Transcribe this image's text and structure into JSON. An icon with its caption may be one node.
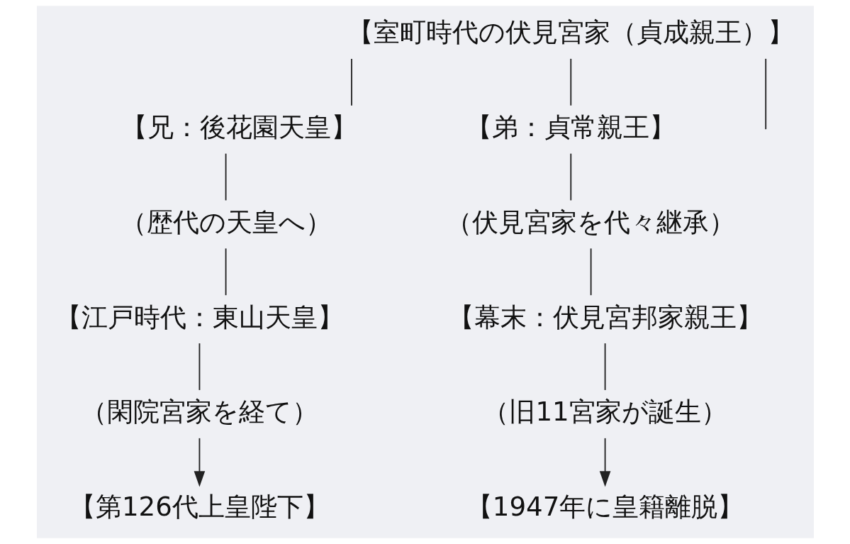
{
  "diagram": {
    "nodes": [
      {
        "text": [
          "【室町時代の伏見宮家（貞成親王）】"
        ]
      },
      {
        "text": [
          "【兄：後花園天皇】"
        ]
      },
      {
        "text": [
          "（歴代の天皇へ）"
        ]
      },
      {
        "text": [
          "【江戸時代：東山天皇】"
        ]
      },
      {
        "text": [
          "（閑院宮家を経て）"
        ]
      },
      {
        "text": [
          "【第126代上皇陛下】"
        ]
      },
      {
        "text": [
          "【弟：貞常親王】"
        ]
      },
      {
        "text": [
          "（伏見宮家を代々継承）"
        ]
      },
      {
        "text": [
          "【幕末：伏見宮邦家親王】"
        ]
      },
      {
        "text": [
          "（旧11宮家が誕生）"
        ]
      },
      {
        "text": [
          "【1947年に皇籍離脱】"
        ]
      }
    ],
    "edges": [
      {
        "from": 0,
        "to": 1,
        "arrow": "none"
      },
      {
        "from": 0,
        "to": 6,
        "arrow": "none"
      },
      {
        "from": 0,
        "to": null,
        "arrow": "none"
      },
      {
        "from": 1,
        "to": 2,
        "arrow": "none"
      },
      {
        "from": 2,
        "to": 3,
        "arrow": "none"
      },
      {
        "from": 3,
        "to": 4,
        "arrow": "none"
      },
      {
        "from": 4,
        "to": 5,
        "arrow": "to"
      },
      {
        "from": 6,
        "to": 7,
        "arrow": "none"
      },
      {
        "from": 7,
        "to": 8,
        "arrow": "none"
      },
      {
        "from": 8,
        "to": 9,
        "arrow": "none"
      },
      {
        "from": 9,
        "to": 10,
        "arrow": "to"
      }
    ]
  }
}
